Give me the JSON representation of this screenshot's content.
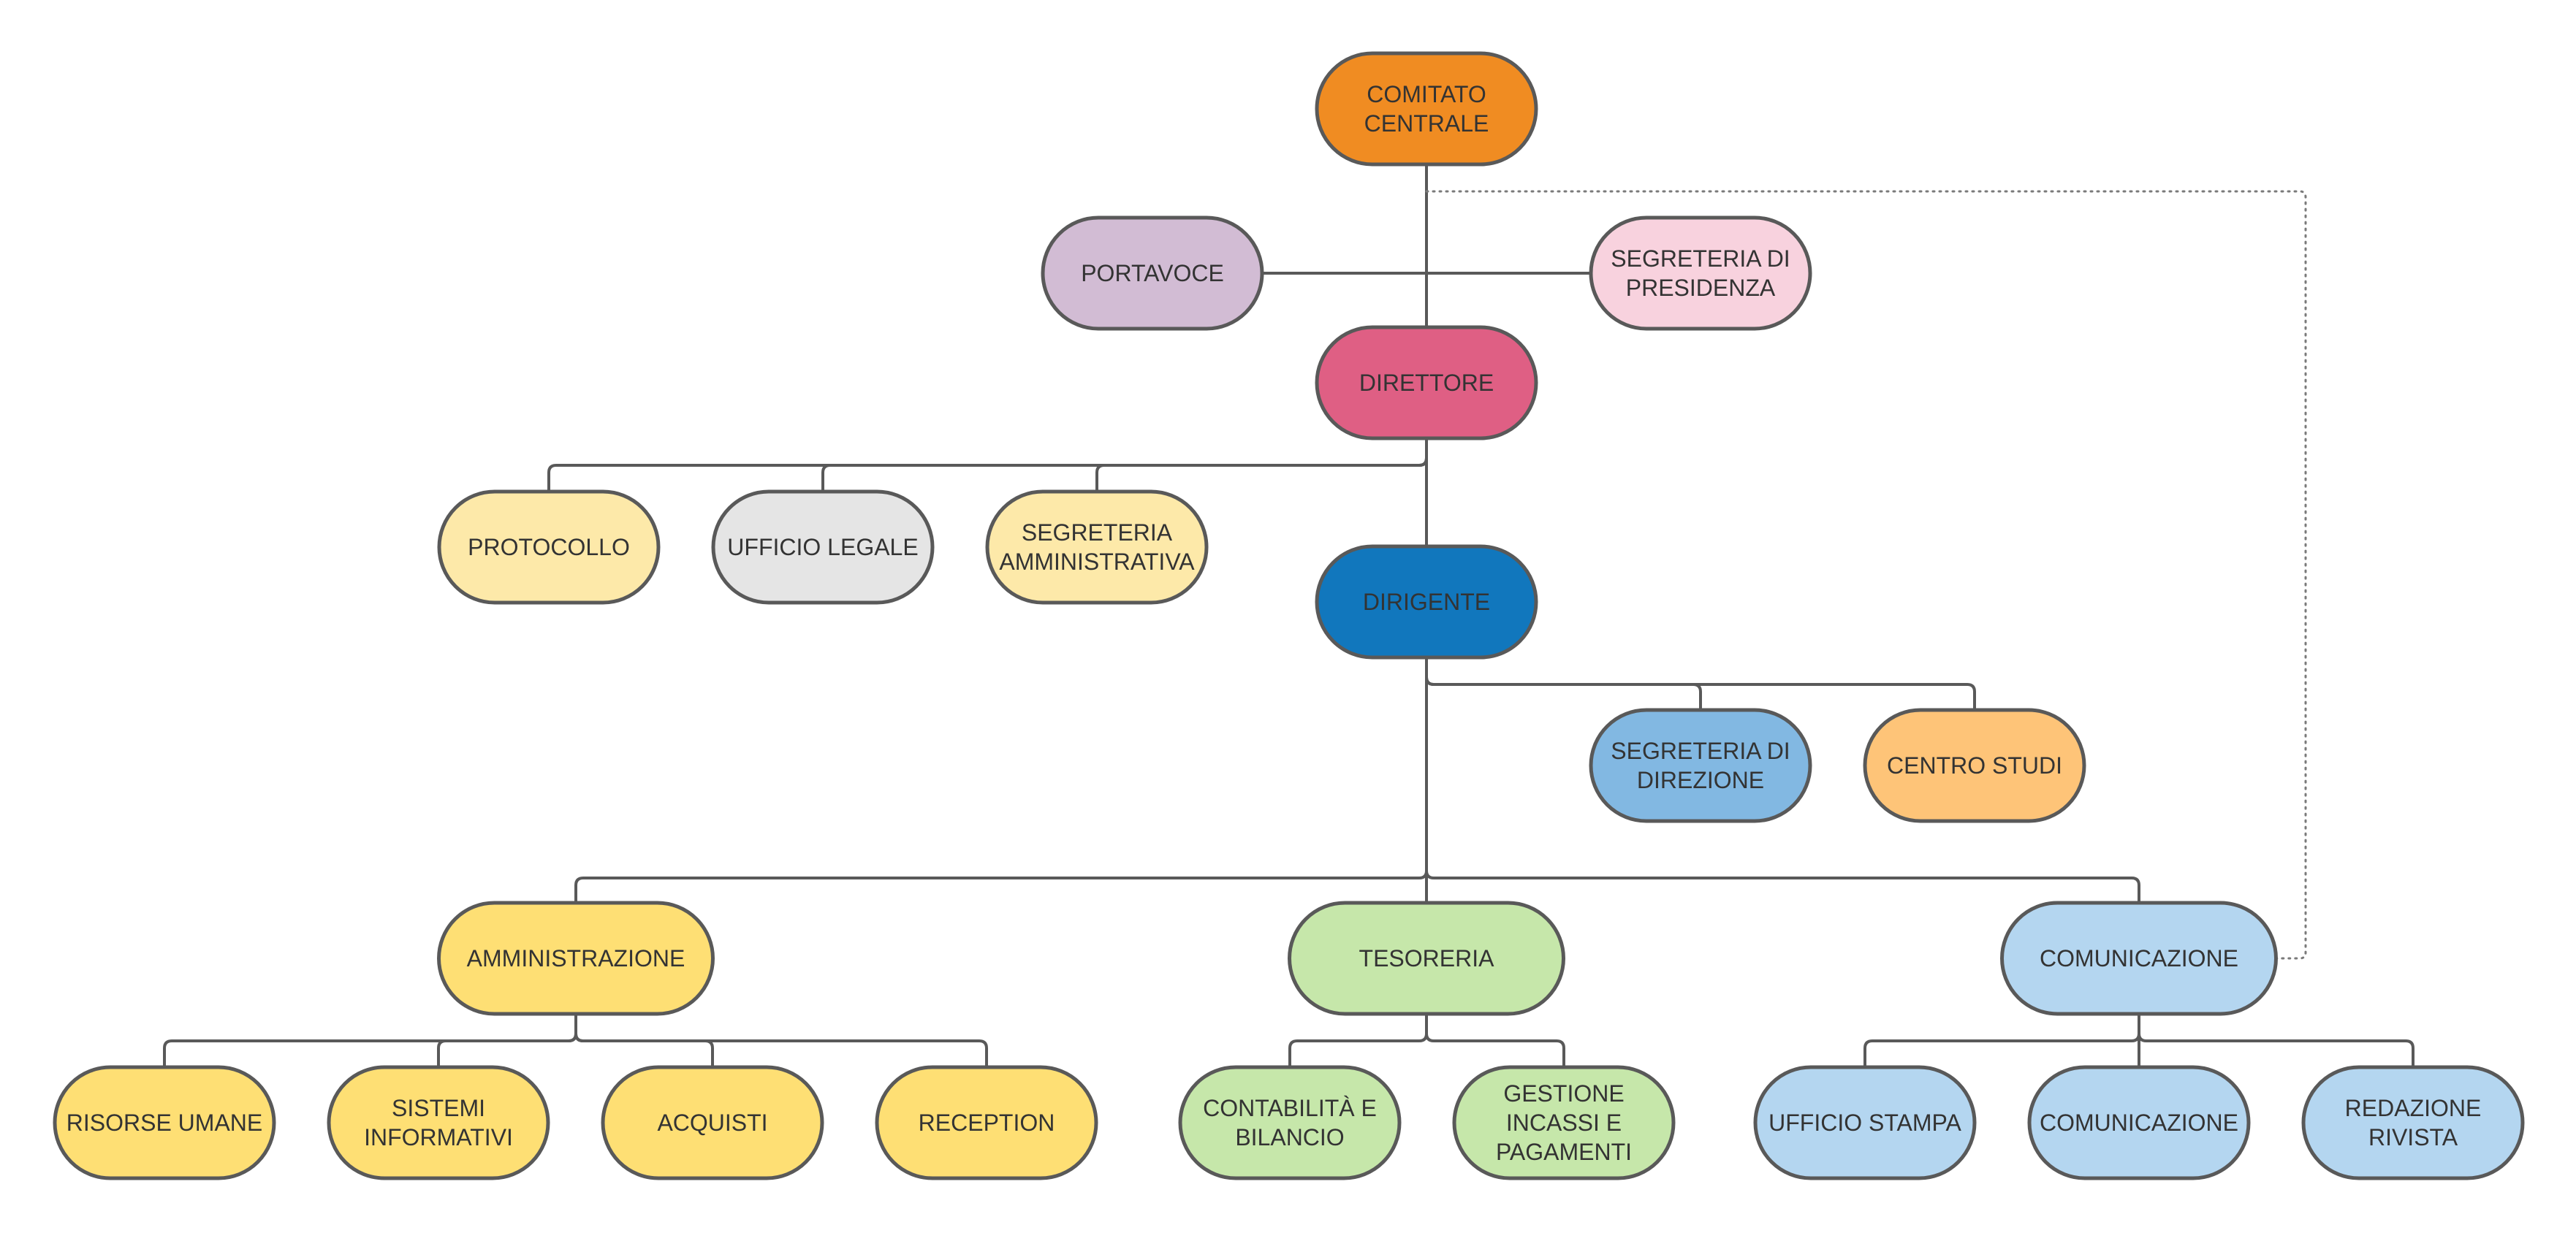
{
  "nodes": [
    {
      "id": "comitato-centrale",
      "lines": [
        "COMITATO",
        "CENTRALE"
      ],
      "fill": "#f08c22"
    },
    {
      "id": "portavoce",
      "lines": [
        "PORTAVOCE"
      ],
      "fill": "#d2bcd4"
    },
    {
      "id": "segreteria-presidenza",
      "lines": [
        "SEGRETERIA DI",
        "PRESIDENZA"
      ],
      "fill": "#f8d2de"
    },
    {
      "id": "direttore",
      "lines": [
        "DIRETTORE"
      ],
      "fill": "#df5f84"
    },
    {
      "id": "protocollo",
      "lines": [
        "PROTOCOLLO"
      ],
      "fill": "#fde9a9"
    },
    {
      "id": "ufficio-legale",
      "lines": [
        "UFFICIO LEGALE"
      ],
      "fill": "#e5e5e5"
    },
    {
      "id": "segreteria-amministrativa",
      "lines": [
        "SEGRETERIA",
        "AMMINISTRATIVA"
      ],
      "fill": "#fde9a9"
    },
    {
      "id": "dirigente",
      "lines": [
        "DIRIGENTE"
      ],
      "fill": "#1177bd"
    },
    {
      "id": "segreteria-direzione",
      "lines": [
        "SEGRETERIA DI",
        "DIREZIONE"
      ],
      "fill": "#82b8e2"
    },
    {
      "id": "centro-studi",
      "lines": [
        "CENTRO STUDI"
      ],
      "fill": "#fec478"
    },
    {
      "id": "amministrazione",
      "lines": [
        "AMMINISTRAZIONE"
      ],
      "fill": "#fedf74"
    },
    {
      "id": "tesoreria",
      "lines": [
        "TESORERIA"
      ],
      "fill": "#c6e7aa"
    },
    {
      "id": "comunicazione",
      "lines": [
        "COMUNICAZIONE"
      ],
      "fill": "#b4d6f0"
    },
    {
      "id": "risorse-umane",
      "lines": [
        "RISORSE UMANE"
      ],
      "fill": "#fedf74"
    },
    {
      "id": "sistemi-informativi",
      "lines": [
        "SISTEMI",
        "INFORMATIVI"
      ],
      "fill": "#fedf74"
    },
    {
      "id": "acquisti",
      "lines": [
        "ACQUISTI"
      ],
      "fill": "#fedf74"
    },
    {
      "id": "reception",
      "lines": [
        "RECEPTION"
      ],
      "fill": "#fedf74"
    },
    {
      "id": "contabilita-bilancio",
      "lines": [
        "CONTABILITÀ E",
        "BILANCIO"
      ],
      "fill": "#c6e7aa"
    },
    {
      "id": "gestione-incassi",
      "lines": [
        "GESTIONE",
        "INCASSI E",
        "PAGAMENTI"
      ],
      "fill": "#c6e7aa"
    },
    {
      "id": "ufficio-stampa",
      "lines": [
        "UFFICIO STAMPA"
      ],
      "fill": "#b4d6f0"
    },
    {
      "id": "comunicazione-2",
      "lines": [
        "COMUNICAZIONE"
      ],
      "fill": "#b4d6f0"
    },
    {
      "id": "redazione-rivista",
      "lines": [
        "REDAZIONE",
        "RIVISTA"
      ],
      "fill": "#b4d6f0"
    }
  ],
  "edges": [
    {
      "from": "comitato-centrale",
      "to": "direttore",
      "style": "solid"
    },
    {
      "from": "portavoce",
      "to": "segreteria-presidenza",
      "style": "solid"
    },
    {
      "from": "direttore",
      "to": "protocollo",
      "style": "solid"
    },
    {
      "from": "direttore",
      "to": "ufficio-legale",
      "style": "solid"
    },
    {
      "from": "direttore",
      "to": "segreteria-amministrativa",
      "style": "solid"
    },
    {
      "from": "direttore",
      "to": "dirigente",
      "style": "solid"
    },
    {
      "from": "dirigente",
      "to": "segreteria-direzione",
      "style": "solid"
    },
    {
      "from": "dirigente",
      "to": "centro-studi",
      "style": "solid"
    },
    {
      "from": "dirigente",
      "to": "amministrazione",
      "style": "solid"
    },
    {
      "from": "dirigente",
      "to": "tesoreria",
      "style": "solid"
    },
    {
      "from": "dirigente",
      "to": "comunicazione",
      "style": "solid"
    },
    {
      "from": "amministrazione",
      "to": "risorse-umane",
      "style": "solid"
    },
    {
      "from": "amministrazione",
      "to": "sistemi-informativi",
      "style": "solid"
    },
    {
      "from": "amministrazione",
      "to": "acquisti",
      "style": "solid"
    },
    {
      "from": "amministrazione",
      "to": "reception",
      "style": "solid"
    },
    {
      "from": "tesoreria",
      "to": "contabilita-bilancio",
      "style": "solid"
    },
    {
      "from": "tesoreria",
      "to": "gestione-incassi",
      "style": "solid"
    },
    {
      "from": "comunicazione",
      "to": "ufficio-stampa",
      "style": "solid"
    },
    {
      "from": "comunicazione",
      "to": "comunicazione-2",
      "style": "solid"
    },
    {
      "from": "comunicazione",
      "to": "redazione-rivista",
      "style": "solid"
    },
    {
      "from": "comitato-centrale",
      "to": "comunicazione",
      "style": "dotted"
    }
  ]
}
